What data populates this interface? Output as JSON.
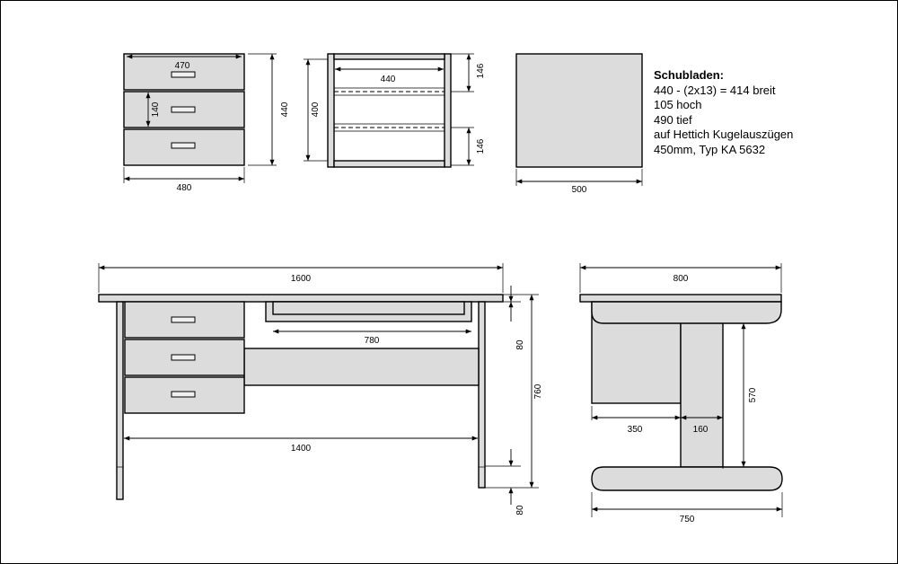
{
  "notes": {
    "title": "Schubladen:",
    "lines": [
      "440 - (2x13) = 414 breit",
      "105 hoch",
      "490 tief",
      "auf Hettich Kugelauszügen",
      "450mm, Typ KA 5632"
    ]
  },
  "dimensions": {
    "drawer_front_width": "470",
    "drawer_front_height": "140",
    "cabinet_width": "480",
    "cabinet_height": "440",
    "inner_width": "440",
    "inner_height": "400",
    "drawer_spacing_top": "146",
    "drawer_spacing_bottom": "146",
    "cabinet_depth": "500",
    "desk_length": "1600",
    "crossbar_length": "780",
    "desk_height": "760",
    "top_offset": "80",
    "bottom_offset": "80",
    "leg_span": "1400",
    "desk_depth": "800",
    "side_height": "570",
    "side_drawer_depth": "350",
    "pillar_width": "160",
    "foot_length": "750"
  }
}
